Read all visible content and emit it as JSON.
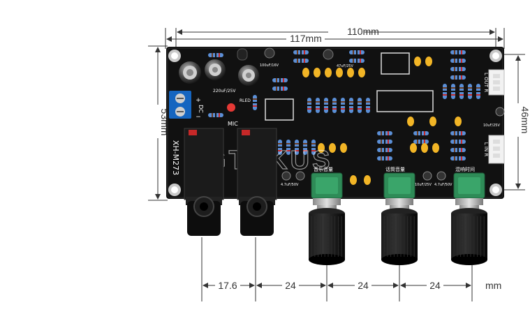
{
  "dimensions": {
    "overall_width": "117mm",
    "board_width": "110mm",
    "overall_height": "53mm",
    "board_height": "46mm",
    "spacings": [
      "17.6",
      "24",
      "24",
      "24"
    ],
    "unit": "mm"
  },
  "board": {
    "model": "XH-M273",
    "mic_label": "MIC",
    "dc_label": "DC",
    "plus_label": "+",
    "minus_label": "−",
    "led_label": "RLED",
    "cap_big_label": "220uF/25V",
    "cap_small_label": "100uF/16V",
    "cap_label_1": "47uF/25V",
    "cap_label_2": "4.7uF/50V",
    "cap_label_3": "10uF/25V",
    "cap_label_4": "4.7uF/50V",
    "cap_label_5": "10uF/25V",
    "out_label": "L OUT R",
    "in_label": "L IN R",
    "pot_labels": [
      "音乐音量",
      "话筒音量",
      "混响时间"
    ],
    "watermark": "IGTEKUS"
  },
  "colors": {
    "pcb": "#101010",
    "terminal": "#1565c0",
    "pot_body": "#2e8b57",
    "knob": "#0b0b0b",
    "dimension_line": "#333333"
  }
}
